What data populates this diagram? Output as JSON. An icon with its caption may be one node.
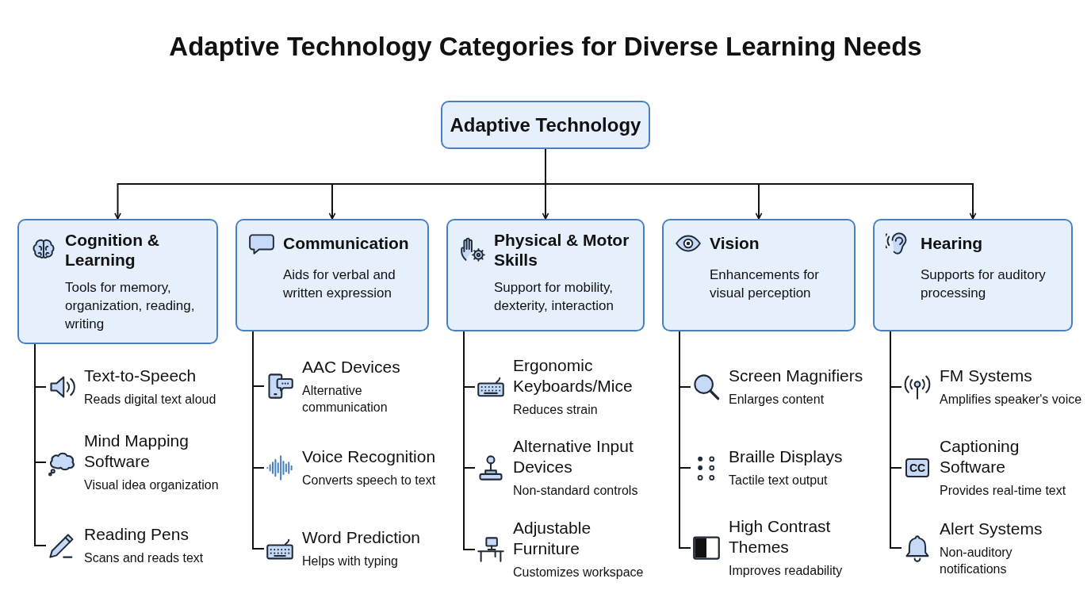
{
  "diagram": {
    "title": "Adaptive Technology Categories for Diverse Learning Needs",
    "nodes": [
      {
        "text": [
          "Adaptive Technology"
        ]
      },
      {
        "text": [
          "Cognition & Learning",
          "Tools for memory, organization, reading, writing"
        ]
      },
      {
        "text": [
          "Communication",
          "Aids for verbal and written expression"
        ]
      },
      {
        "text": [
          "Physical & Motor Skills",
          "Support for mobility, dexterity, interaction"
        ]
      },
      {
        "text": [
          "Vision",
          "Enhancements for visual perception"
        ]
      },
      {
        "text": [
          "Hearing",
          "Supports for auditory processing"
        ]
      },
      {
        "text": [
          "Text-to-Speech",
          "Reads digital text aloud"
        ]
      },
      {
        "text": [
          "Mind Mapping Software",
          "Visual idea organization"
        ]
      },
      {
        "text": [
          "Reading Pens",
          "Scans and reads text"
        ]
      },
      {
        "text": [
          "AAC Devices",
          "Alternative communication"
        ]
      },
      {
        "text": [
          "Voice Recognition",
          "Converts speech to text"
        ]
      },
      {
        "text": [
          "Word Prediction",
          "Helps with typing"
        ]
      },
      {
        "text": [
          "Ergonomic Keyboards/Mice",
          "Reduces strain"
        ]
      },
      {
        "text": [
          "Alternative Input Devices",
          "Non-standard controls"
        ]
      },
      {
        "text": [
          "Adjustable Furniture",
          "Customizes workspace"
        ]
      },
      {
        "text": [
          "Screen Magnifiers",
          "Enlarges content"
        ]
      },
      {
        "text": [
          "Braille Displays",
          "Tactile text output"
        ]
      },
      {
        "text": [
          "High Contrast Themes",
          "Improves readability"
        ]
      },
      {
        "text": [
          "FM Systems",
          "Amplifies speaker's voice"
        ]
      },
      {
        "text": [
          "Captioning Software",
          "Provides real-time text"
        ]
      },
      {
        "text": [
          "Alert Systems",
          "Non-auditory notifications"
        ]
      }
    ],
    "edges": [
      {
        "from": 0,
        "to": 1,
        "arrow": "to"
      },
      {
        "from": 0,
        "to": 2,
        "arrow": "to"
      },
      {
        "from": 0,
        "to": 3,
        "arrow": "to"
      },
      {
        "from": 0,
        "to": 4,
        "arrow": "to"
      },
      {
        "from": 0,
        "to": 5,
        "arrow": "to"
      },
      {
        "from": 1,
        "to": 6,
        "arrow": "none"
      },
      {
        "from": 1,
        "to": 7,
        "arrow": "none"
      },
      {
        "from": 1,
        "to": 8,
        "arrow": "none"
      },
      {
        "from": 2,
        "to": 9,
        "arrow": "none"
      },
      {
        "from": 2,
        "to": 10,
        "arrow": "none"
      },
      {
        "from": 2,
        "to": 11,
        "arrow": "none"
      },
      {
        "from": 3,
        "to": 12,
        "arrow": "none"
      },
      {
        "from": 3,
        "to": 13,
        "arrow": "none"
      },
      {
        "from": 3,
        "to": 14,
        "arrow": "none"
      },
      {
        "from": 4,
        "to": 15,
        "arrow": "none"
      },
      {
        "from": 4,
        "to": 16,
        "arrow": "none"
      },
      {
        "from": 4,
        "to": 17,
        "arrow": "none"
      },
      {
        "from": 5,
        "to": 18,
        "arrow": "none"
      },
      {
        "from": 5,
        "to": 19,
        "arrow": "none"
      },
      {
        "from": 5,
        "to": 20,
        "arrow": "none"
      }
    ],
    "labels": [
      "CC"
    ]
  }
}
